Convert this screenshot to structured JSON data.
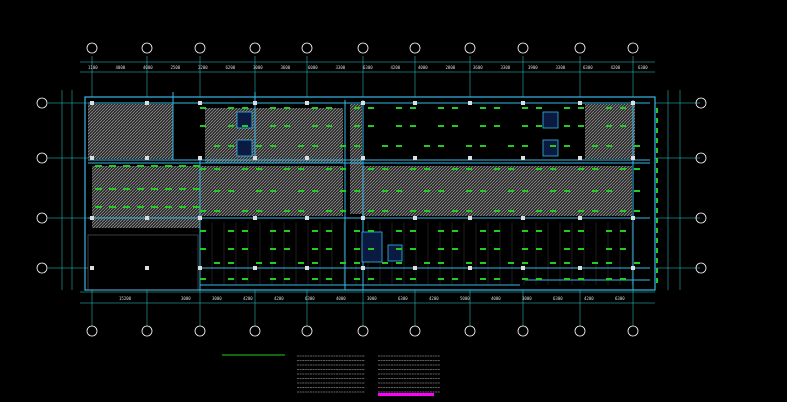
{
  "drawing": {
    "top_axis_labels": [
      "",
      "",
      "",
      "",
      "",
      "",
      "",
      "",
      "",
      "",
      "",
      ""
    ],
    "side_axis_labels": [
      "",
      "",
      "",
      "",
      ""
    ],
    "top_dimensions": [
      "1100",
      "4000",
      "4000",
      "2500",
      "2200",
      "6200",
      "3000",
      "3600",
      "6000",
      "3300",
      "6300",
      "4200",
      "4000",
      "2800",
      "3600",
      "3300",
      "3900",
      "3300",
      "6300",
      "4200",
      "6300"
    ],
    "bottom_dimensions": [
      "",
      "15200",
      "",
      "3000",
      "3000",
      "4200",
      "4200",
      "6300",
      "4000",
      "3000",
      "6300",
      "4200",
      "5000",
      "4000",
      "3000",
      "6300",
      "4200",
      "6300"
    ],
    "overall_dimension": "",
    "title": "",
    "notes_header": "",
    "notes_left": [
      "",
      "",
      "",
      "",
      "",
      "",
      "",
      "",
      ""
    ],
    "notes_right": [
      "",
      "",
      "",
      "",
      "",
      "",
      "",
      "",
      ""
    ],
    "note_highlight": "",
    "colors": {
      "background": "#000000",
      "wall": "#35b7e8",
      "beam": "#22cc22",
      "slab": "#8a8a8a",
      "dim_line": "#2ed1d1",
      "grid_bubble": "#ffffff",
      "column": "#dddddd",
      "highlight": "#ff00ff"
    }
  }
}
